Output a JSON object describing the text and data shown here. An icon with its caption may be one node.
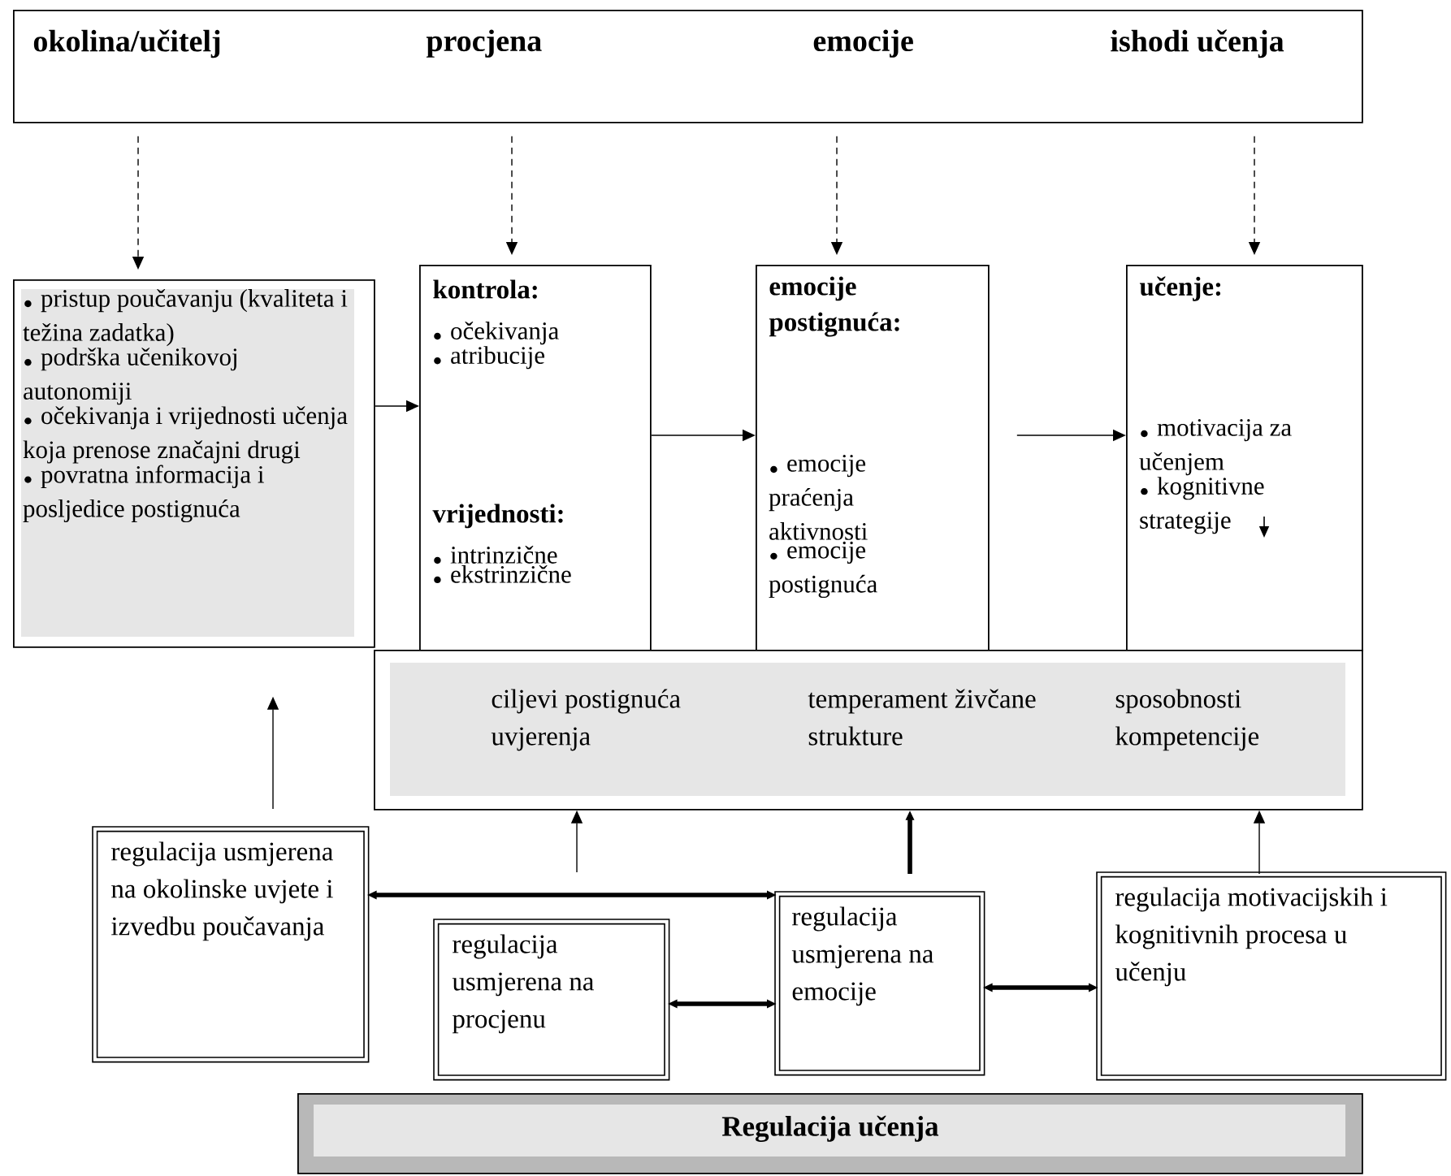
{
  "diagram": {
    "nodes": [
      {
        "text": [
          "okolina/učitelj",
          "procjena",
          "emocije",
          "ishodi učenja"
        ]
      },
      {
        "text": [
          "pristup poučavanju (kvaliteta i težina zadatka)",
          "podrška učenikovoj autonomiji",
          "očekivanja i vrijednosti učenja koja prenose značajni drugi",
          "povratna informacija i posljedice postignuća"
        ]
      },
      {
        "text": [
          "kontrola:",
          "očekivanja",
          "atribucije",
          "vrijednosti:",
          "intrinzične",
          "ekstrinzične"
        ]
      },
      {
        "text": [
          "emocije postignuća:",
          "emocije praćenja aktivnosti",
          "emocije postignuća"
        ]
      },
      {
        "text": [
          "učenje:",
          "motivacija za učenjem",
          "kognitivne strategije"
        ]
      },
      {
        "text": [
          "ciljevi postignuća uvjerenja",
          "temperament živčane strukture",
          "sposobnosti kompetencije"
        ]
      },
      {
        "text": [
          "regulacija usmjerena na okolinske uvjete i izvedbu poučavanja"
        ]
      },
      {
        "text": [
          "regulacija usmjerena na procjenu"
        ]
      },
      {
        "text": [
          "regulacija usmjerena na emocije"
        ]
      },
      {
        "text": [
          "regulacija motivacijskih i kognitivnih procesa u učenju"
        ]
      },
      {
        "text": [
          "Regulacija učenja"
        ]
      }
    ],
    "edges": [
      {
        "from": 0,
        "to": 1,
        "arrow": "to",
        "style": "dashed"
      },
      {
        "from": 0,
        "to": 2,
        "arrow": "to",
        "style": "dashed"
      },
      {
        "from": 0,
        "to": 3,
        "arrow": "to",
        "style": "dashed"
      },
      {
        "from": 0,
        "to": 4,
        "arrow": "to",
        "style": "dashed"
      },
      {
        "from": 1,
        "to": 2,
        "arrow": "to"
      },
      {
        "from": 2,
        "to": 3,
        "arrow": "to"
      },
      {
        "from": 3,
        "to": 4,
        "arrow": "to"
      },
      {
        "from": 6,
        "to": 1,
        "arrow": "to"
      },
      {
        "from": null,
        "to": 5,
        "arrow": "to"
      },
      {
        "from": 8,
        "to": 5,
        "arrow": "to",
        "style": "thick"
      },
      {
        "from": 9,
        "to": 5,
        "arrow": "to"
      },
      {
        "from": 6,
        "to": 8,
        "arrow": "both",
        "style": "thick"
      },
      {
        "from": 7,
        "to": 8,
        "arrow": "both",
        "style": "thick"
      },
      {
        "from": 8,
        "to": 9,
        "arrow": "both",
        "style": "thick"
      }
    ]
  }
}
